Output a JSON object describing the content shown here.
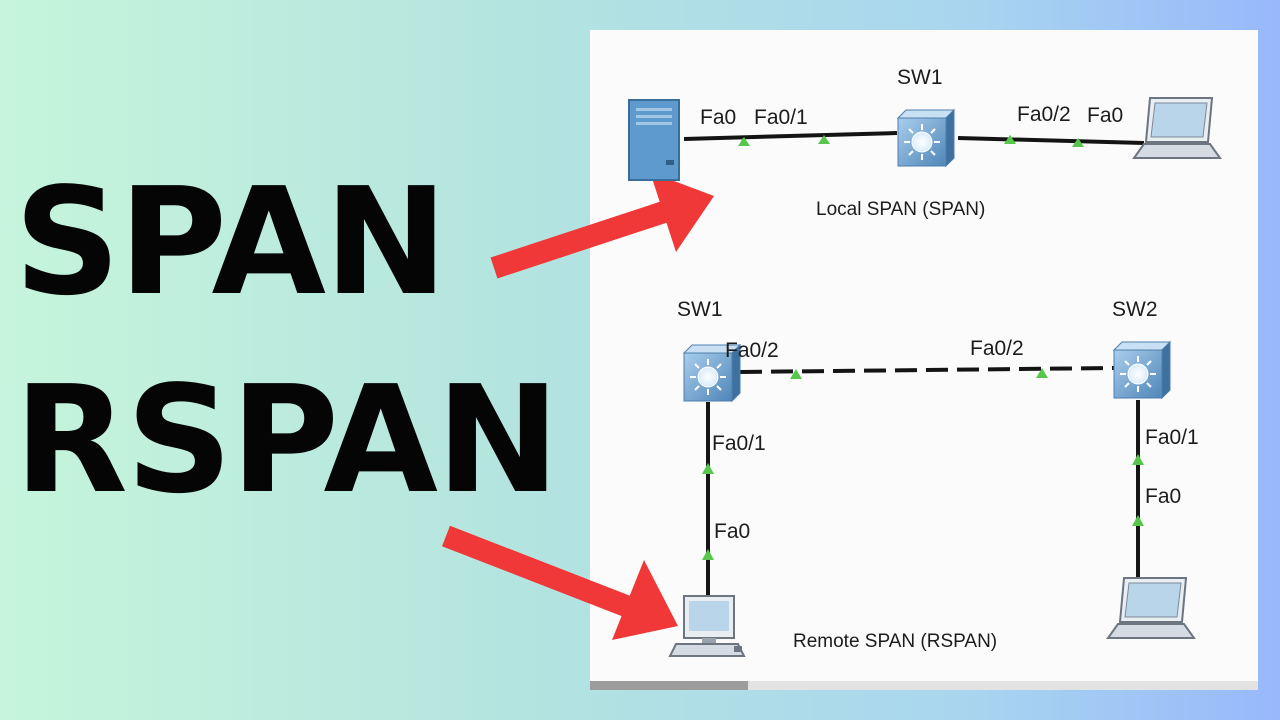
{
  "headline": {
    "line1": "SPAN",
    "line2": "RSPAN"
  },
  "local": {
    "caption": "Local SPAN (SPAN)",
    "switch_name": "SW1",
    "labels": {
      "server_port": "Fa0",
      "sw_port_left": "Fa0/1",
      "sw_port_right": "Fa0/2",
      "laptop_port": "Fa0"
    }
  },
  "remote": {
    "caption": "Remote SPAN (RSPAN)",
    "sw1_name": "SW1",
    "sw2_name": "SW2",
    "labels": {
      "sw1_trunk": "Fa0/2",
      "sw2_trunk": "Fa0/2",
      "sw1_access": "Fa0/1",
      "pc_port": "Fa0",
      "sw2_access": "Fa0/1",
      "laptop_port": "Fa0"
    }
  },
  "colors": {
    "arrow": "#f03838",
    "link": "#141414",
    "port_light": "#58c64c",
    "switch": "#5d95c4"
  }
}
